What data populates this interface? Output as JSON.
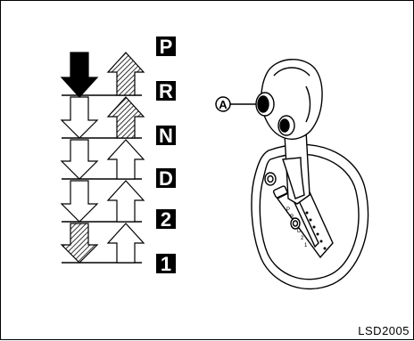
{
  "gear_positions": [
    "P",
    "R",
    "N",
    "D",
    "2",
    "1"
  ],
  "callout_label": "A",
  "figure_code": "LSD2005",
  "shifter_gate_labels": [
    "P",
    "R",
    "N",
    "D",
    "2",
    "1"
  ],
  "colors": {
    "line": "#000000",
    "fill_solid": "#000000",
    "background": "#ffffff",
    "hatch": "#000000"
  }
}
